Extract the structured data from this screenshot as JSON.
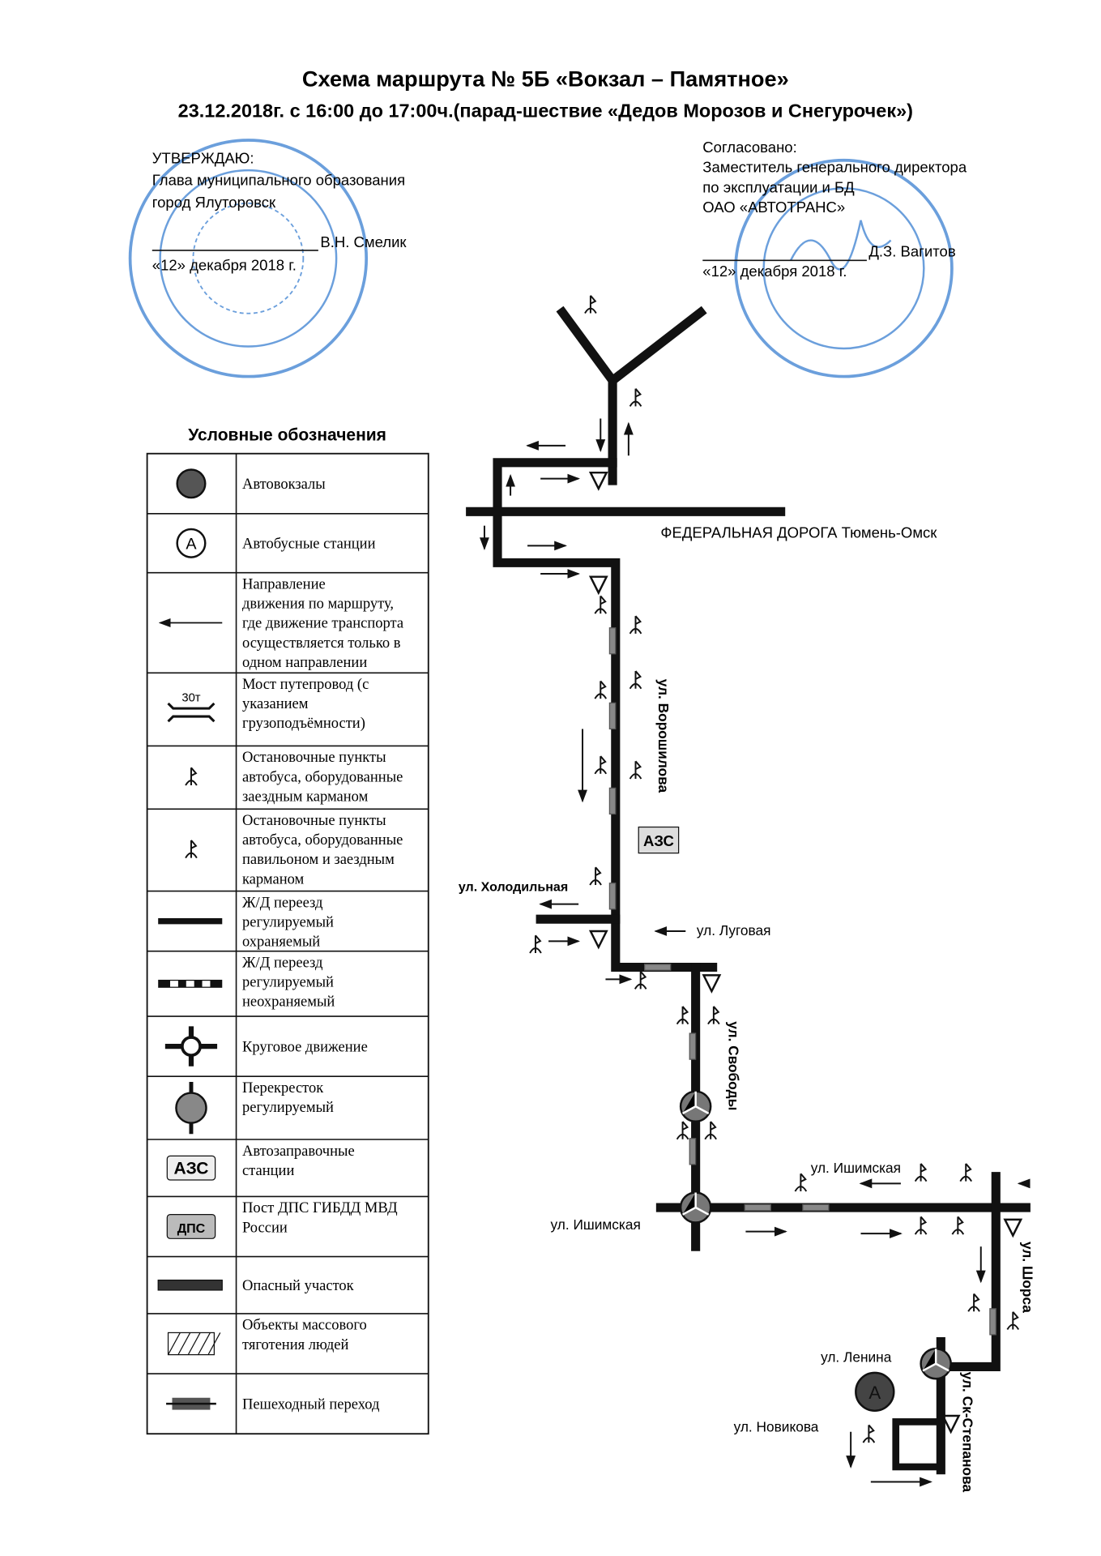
{
  "header": {
    "title": "Схема маршрута  № 5Б «Вокзал – Памятное»",
    "subtitle": "23.12.2018г. с 16:00 до 17:00ч.(парад-шествие «Дедов Морозов и Снегурочек»)"
  },
  "approval_left": {
    "lines": [
      "УТВЕРЖДАЮ:",
      "Глава муниципального образования",
      "город Ялуторовск"
    ],
    "signer": "В.Н. Смелик",
    "date": "«12» декабря 2018 г."
  },
  "approval_right": {
    "lines": [
      "Согласовано:",
      "Заместитель генерального директора",
      "по эксплуатации и БД",
      "ОАО «АВТОТРАНС»"
    ],
    "signer": "Д.З. Вагитов",
    "date": "«12» декабря 2018 г."
  },
  "legend": {
    "title": "Условные обозначения",
    "rows": [
      {
        "icon": "bus-terminal-icon",
        "lines": [
          "Автовокзалы"
        ]
      },
      {
        "icon": "bus-station-icon",
        "lines": [
          "Автобусные станции"
        ]
      },
      {
        "icon": "one-way-arrow-icon",
        "lines": [
          "Направление",
          "движения по маршруту,",
          "где движение транспорта",
          "осуществляется только в",
          "одном направлении"
        ]
      },
      {
        "icon": "bridge-icon",
        "icon_text": "30т",
        "lines": [
          "Мост путепровод (с",
          "указанием",
          "грузоподъёмности)"
        ]
      },
      {
        "icon": "bus-stop-pocket-icon",
        "lines": [
          "Остановочные пункты",
          "автобуса, оборудованные",
          "заездным карманом"
        ]
      },
      {
        "icon": "bus-stop-pavilion-icon",
        "lines": [
          "Остановочные пункты",
          "автобуса, оборудованные",
          "павильоном и заездным",
          "карманом"
        ]
      },
      {
        "icon": "rail-crossing-guarded-icon",
        "lines": [
          "Ж/Д переезд",
          "регулируемый",
          "охраняемый"
        ]
      },
      {
        "icon": "rail-crossing-unguarded-icon",
        "lines": [
          "Ж/Д переезд",
          "регулируемый",
          "неохраняемый"
        ]
      },
      {
        "icon": "roundabout-icon",
        "lines": [
          "Круговое движение"
        ]
      },
      {
        "icon": "traffic-light-intersection-icon",
        "lines": [
          "Перекресток",
          "регулируемый"
        ]
      },
      {
        "icon": "gas-station-icon",
        "icon_text": "АЗС",
        "lines": [
          "Автозаправочные",
          "станции"
        ]
      },
      {
        "icon": "police-post-icon",
        "icon_text": "ДПС",
        "lines": [
          "Пост ДПС ГИБДД МВД",
          "России"
        ]
      },
      {
        "icon": "danger-zone-icon",
        "lines": [
          "Опасный участок"
        ]
      },
      {
        "icon": "crowd-area-icon",
        "lines": [
          "Объекты массового",
          "тяготения людей"
        ]
      },
      {
        "icon": "crosswalk-icon",
        "lines": [
          "Пешеходный переход"
        ]
      }
    ]
  },
  "map": {
    "federal_road": "ФЕДЕРАЛЬНАЯ ДОРОГА Тюмень-Омск",
    "gas_station": "АЗС",
    "bus_station": "А",
    "streets": {
      "voroshilova": "ул. Ворошилова",
      "kholodilnaya": "ул. Холодильная",
      "lugovaya": "ул. Луговая",
      "svobody": "ул. Свободы",
      "ishimskaya_top": "ул. Ишимская",
      "ishimskaya_left": "ул. Ишимская",
      "shorsa": "ул. Шорса",
      "lenina": "ул. Ленина",
      "novikova": "ул. Новикова",
      "sk_stepanova": "ул. Ск-Степанова"
    }
  },
  "colors": {
    "ink": "#111111",
    "stamp": "#3a7fd0"
  }
}
